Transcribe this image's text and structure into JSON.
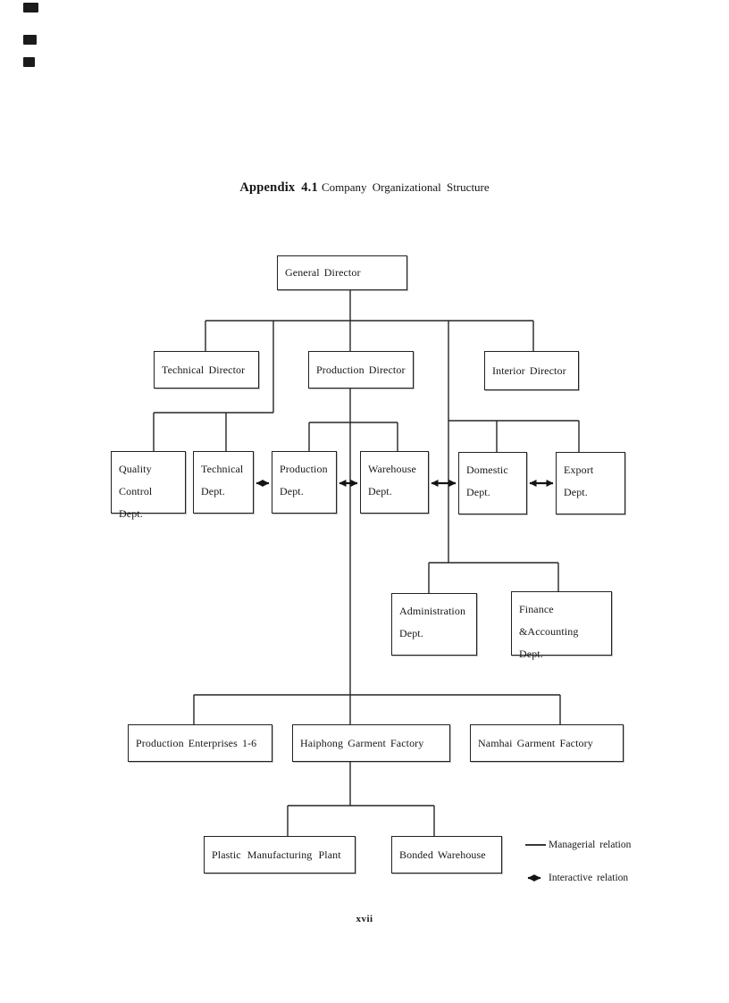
{
  "page": {
    "title_bold": "Appendix 4.1",
    "title_rest": "Company Organizational Structure",
    "page_number": "xvii"
  },
  "legend": {
    "managerial_symbol": "solid-line",
    "managerial_label": "Managerial relation",
    "interactive_symbol": "double-headed-arrow",
    "interactive_label": "Interactive relation"
  },
  "colors": {
    "background": "#ffffff",
    "line": "#262626",
    "box_border": "#212121",
    "text": "#171717"
  },
  "nodes": {
    "general_director": {
      "label": "General Director"
    },
    "technical_director": {
      "label": "Technical Director"
    },
    "production_director": {
      "label": "Production Director"
    },
    "interior_director": {
      "label": "Interior Director"
    },
    "quality_control": {
      "label": "Quality\nControl Dept."
    },
    "technical_dept": {
      "label": "Technical\nDept."
    },
    "production_dept": {
      "label": "Production\nDept."
    },
    "warehouse_dept": {
      "label": "Warehouse\nDept."
    },
    "domestic_dept": {
      "label": "Domestic\nDept."
    },
    "export_dept": {
      "label": "Export\nDept."
    },
    "administration_dept": {
      "label": "Administration\nDept."
    },
    "finance_accounting": {
      "label": "Finance\n&Accounting Dept."
    },
    "production_enterprises": {
      "label": "Production Enterprises 1-6"
    },
    "haiphong": {
      "label": "Haiphong Garment Factory"
    },
    "namhai": {
      "label": "Namhai Garment Factory"
    },
    "plastic_plant": {
      "label": "Plastic Manufacturing Plant"
    },
    "bonded_warehouse": {
      "label": "Bonded Warehouse"
    }
  },
  "hierarchy": {
    "general_director": [
      "technical_director",
      "production_director",
      "interior_director",
      "administration_dept",
      "finance_accounting"
    ],
    "technical_director": [
      "quality_control",
      "technical_dept"
    ],
    "production_director": [
      "production_dept",
      "warehouse_dept",
      "production_enterprises",
      "haiphong",
      "namhai"
    ],
    "interior_director": [
      "domestic_dept",
      "export_dept"
    ],
    "haiphong": [
      "plastic_plant",
      "bonded_warehouse"
    ]
  },
  "interactive_relations": [
    [
      "technical_dept",
      "production_dept"
    ],
    [
      "production_dept",
      "warehouse_dept"
    ],
    [
      "warehouse_dept",
      "domestic_dept"
    ],
    [
      "domestic_dept",
      "export_dept"
    ]
  ]
}
